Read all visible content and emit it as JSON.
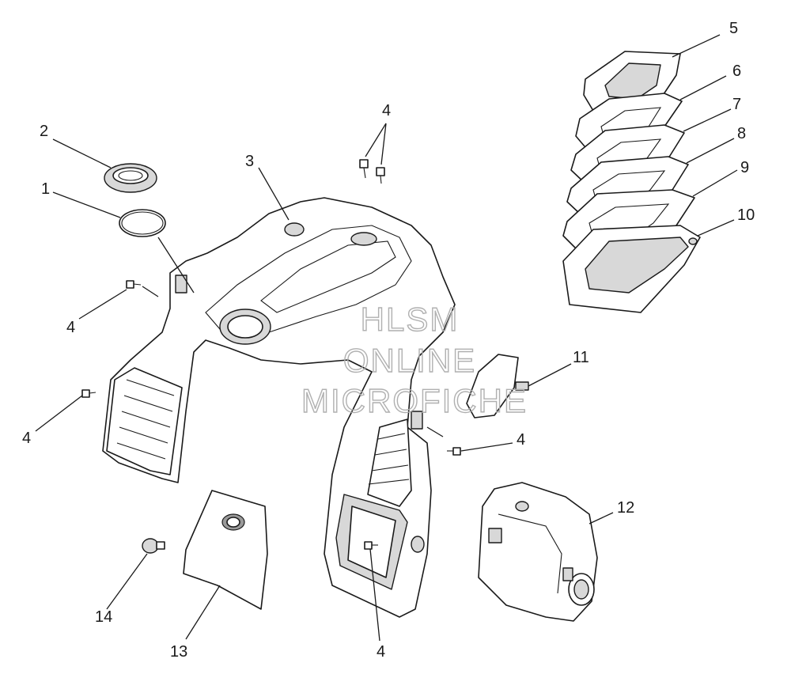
{
  "callouts": {
    "c1": "1",
    "c2": "2",
    "c3": "3",
    "c4_top": "4",
    "c4_left_upper": "4",
    "c4_left_lower": "4",
    "c4_right": "4",
    "c4_bottom": "4",
    "c5": "5",
    "c6": "6",
    "c7": "7",
    "c8": "8",
    "c9": "9",
    "c10": "10",
    "c11": "11",
    "c12": "12",
    "c13": "13",
    "c14": "14"
  },
  "watermark": {
    "line1": "HLSM",
    "line2": "ONLINE",
    "line3": "MICROFICHE"
  }
}
